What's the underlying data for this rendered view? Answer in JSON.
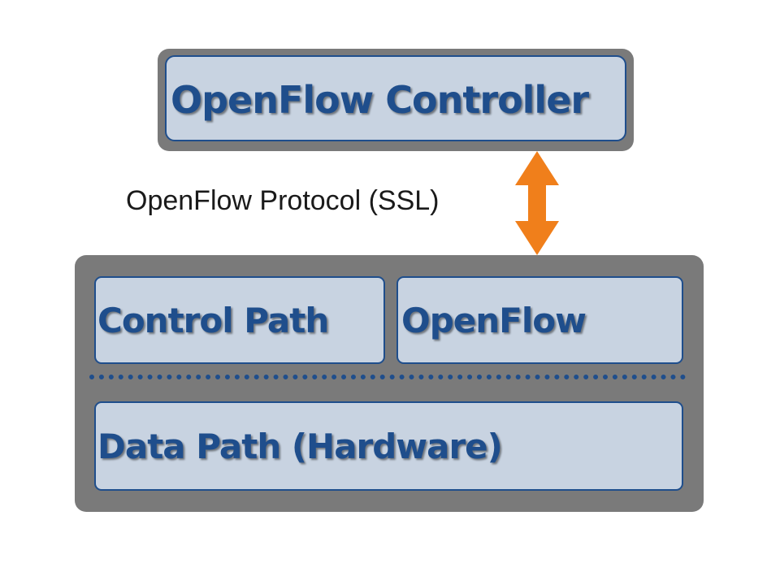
{
  "controller": {
    "label": "OpenFlow Controller"
  },
  "protocol": {
    "label": "OpenFlow Protocol (SSL)"
  },
  "switch": {
    "control_path_label": "Control Path",
    "openflow_label": "OpenFlow",
    "data_path_label": "Data Path (Hardware)"
  },
  "colors": {
    "group_fill": "#7a7a7a",
    "box_fill": "#c8d3e1",
    "box_border": "#1f4e8c",
    "label_text": "#1f4e8c",
    "arrow": "#f07f1b"
  },
  "icons": {
    "connector": "double-headed-arrow-icon"
  }
}
